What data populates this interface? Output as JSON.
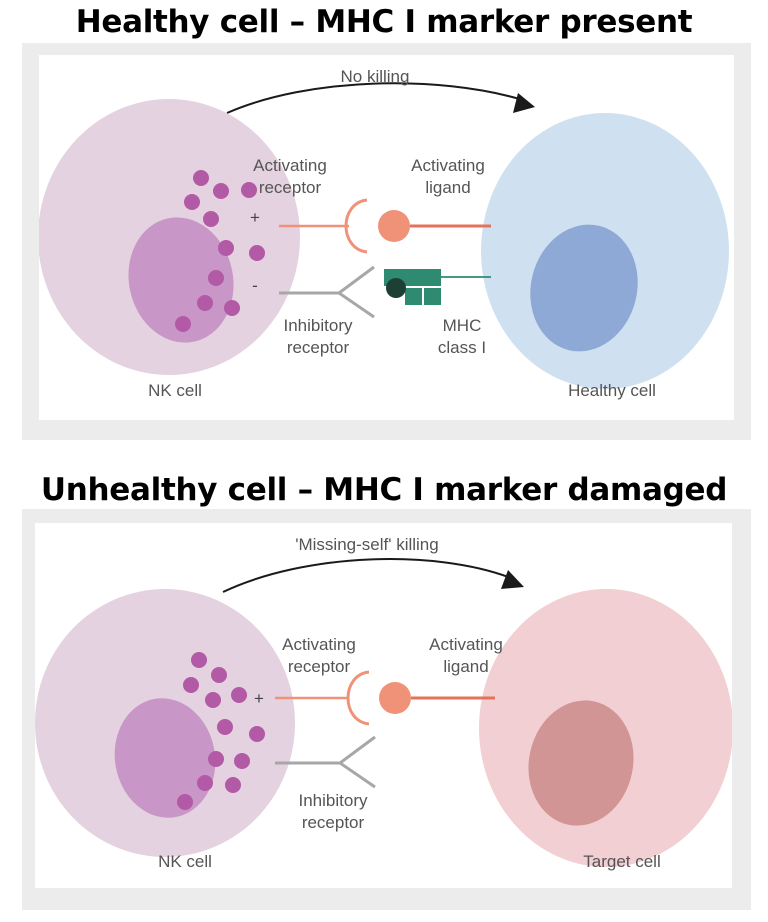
{
  "panel1": {
    "title": "Healthy cell – MHC I marker present",
    "arrow_label": "No killing",
    "activating_receptor": [
      "Activating",
      "receptor"
    ],
    "activating_ligand": [
      "Activating",
      "ligand"
    ],
    "inhibitory_receptor": [
      "Inhibitory",
      "receptor"
    ],
    "mhc": [
      "MHC",
      "class I"
    ],
    "plus_sign": "+",
    "minus_sign": "-",
    "left_cell_label": "NK cell",
    "right_cell_label": "Healthy cell"
  },
  "panel2": {
    "title": "Unhealthy cell – MHC I marker damaged",
    "arrow_label": "'Missing-self' killing",
    "activating_receptor": [
      "Activating",
      "receptor"
    ],
    "activating_ligand": [
      "Activating",
      "ligand"
    ],
    "inhibitory_receptor": [
      "Inhibitory",
      "receptor"
    ],
    "plus_sign": "+",
    "left_cell_label": "NK cell",
    "right_cell_label": "Target cell"
  },
  "colors": {
    "nk_cell": "#e4d2e0",
    "nk_nucleus": "#c896c7",
    "granule": "#b25aa6",
    "healthy_cell": "#cfe1f1",
    "healthy_nucleus": "#8fa9d6",
    "target_cell": "#f1cfd2",
    "target_nucleus": "#d29596",
    "activating": "#ef9278",
    "activating_line": "#e5725a",
    "inhibitory": "#a7a7a7",
    "mhc": "#2f8a72",
    "mhc_dark": "#1d3f34"
  },
  "icons": [
    "curved-arrow-icon",
    "activating-receptor-icon",
    "inhibitory-receptor-icon",
    "mhc-class-i-icon"
  ]
}
